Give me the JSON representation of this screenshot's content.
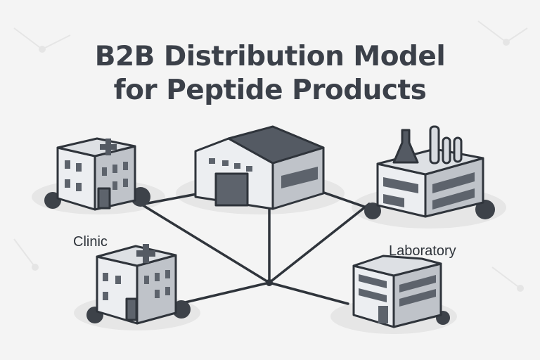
{
  "title": {
    "line1": "B2B Distribution Model",
    "line2": "for Peptide Products"
  },
  "labels": {
    "clinic": "Clinic",
    "laboratory": "Laboratory"
  },
  "nodes": [
    {
      "id": "warehouse",
      "icon": "warehouse-icon"
    },
    {
      "id": "clinic-top",
      "icon": "clinic-icon"
    },
    {
      "id": "clinic-bottom",
      "icon": "clinic-icon"
    },
    {
      "id": "laboratory-top",
      "icon": "laboratory-icon"
    },
    {
      "id": "laboratory-bottom",
      "icon": "laboratory-icon"
    }
  ],
  "colors": {
    "outline": "#2f343b",
    "roof": "#545a63",
    "wall": "#eceef1",
    "side": "#bfc3c9",
    "window": "#5d636c",
    "background": "#f4f4f4"
  }
}
